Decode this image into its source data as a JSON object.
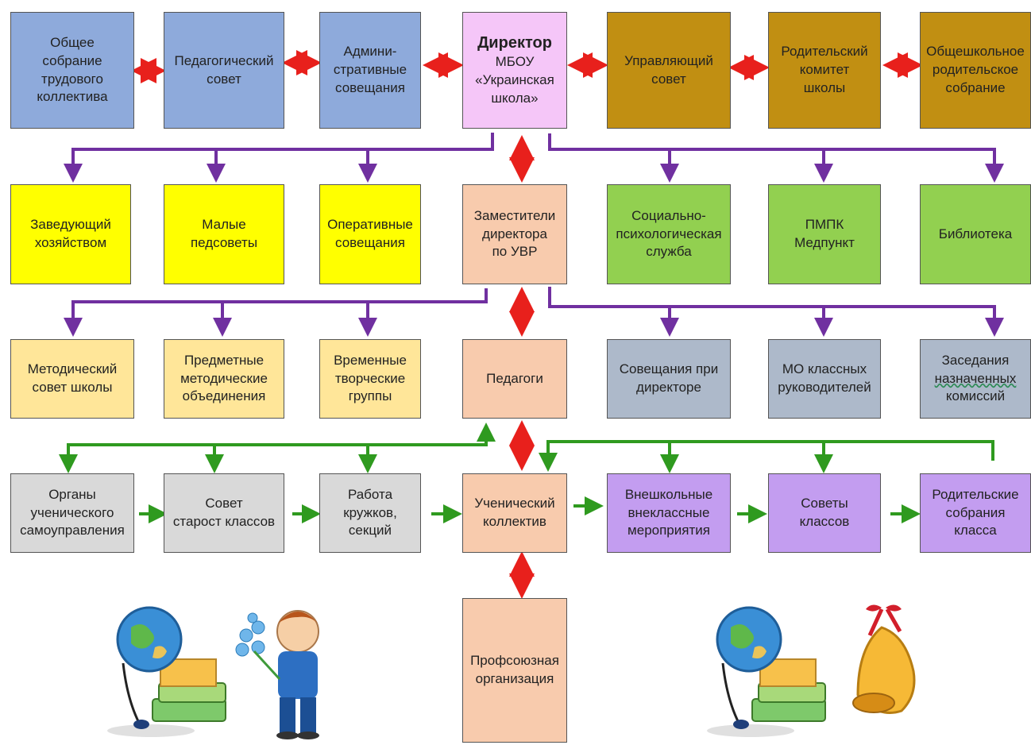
{
  "boxes": {
    "general_meeting": "Общее\nсобрание\nтрудового\nколлектива",
    "ped_council": "Педагогический\nсовет",
    "admin_meetings": "Админи-\nстративные\nсовещания",
    "director_title": "Директор",
    "director_sub": "МБОУ\n«Украинская\nшкола»",
    "managing_council": "Управляющий\nсовет",
    "parent_committee": "Родительский\nкомитет\nшколы",
    "school_parent_meeting": "Общешкольное\nродительское\nсобрание",
    "maintenance_head": "Заведующий\nхозяйством",
    "small_ped_councils": "Малые\nпедсоветы",
    "operative_meetings": "Оперативные\nсовещания",
    "deputy_directors": "Заместители\nдиректора\nпо  УВР",
    "social_psych_service": "Социально-\nпсихологическая\nслужба",
    "pmpk": "ПМПК\nМедпункт",
    "library": "Библиотека",
    "methodical_council": "Методический\nсовет  школы",
    "subject_associations": "Предметные\nметодические\nобъединения",
    "creative_groups": "Временные\nтворческие\nгруппы",
    "teachers": "Педагоги",
    "director_meetings": "Совещания  при\nдиректоре",
    "class_teachers_mo": "МО  классных\nруководителей",
    "commissions_line1": "Заседания",
    "commissions_line2": "назначенных",
    "commissions_line3": "комиссий",
    "self_government": "Органы\nученического\nсамоуправления",
    "class_elders": "Совет\nстарост классов",
    "clubs": "Работа\nкружков,\nсекций",
    "student_body": "Ученический\nколлектив",
    "extracurricular": "Внешкольные\nвнеклассные\nмероприятия",
    "class_councils": "Советы\nклассов",
    "class_parent_meetings": "Родительские\nсобрания\nкласса",
    "trade_union": "Профсоюзная\nорганизация"
  },
  "colors": {
    "red_arrow": "#e8201c",
    "purple_arrow": "#7030a0",
    "green_arrow": "#2f9a1f"
  },
  "illustrations": [
    "globe-books-icon",
    "boy-with-flowers-icon",
    "globe-books-icon",
    "school-bell-icon"
  ]
}
